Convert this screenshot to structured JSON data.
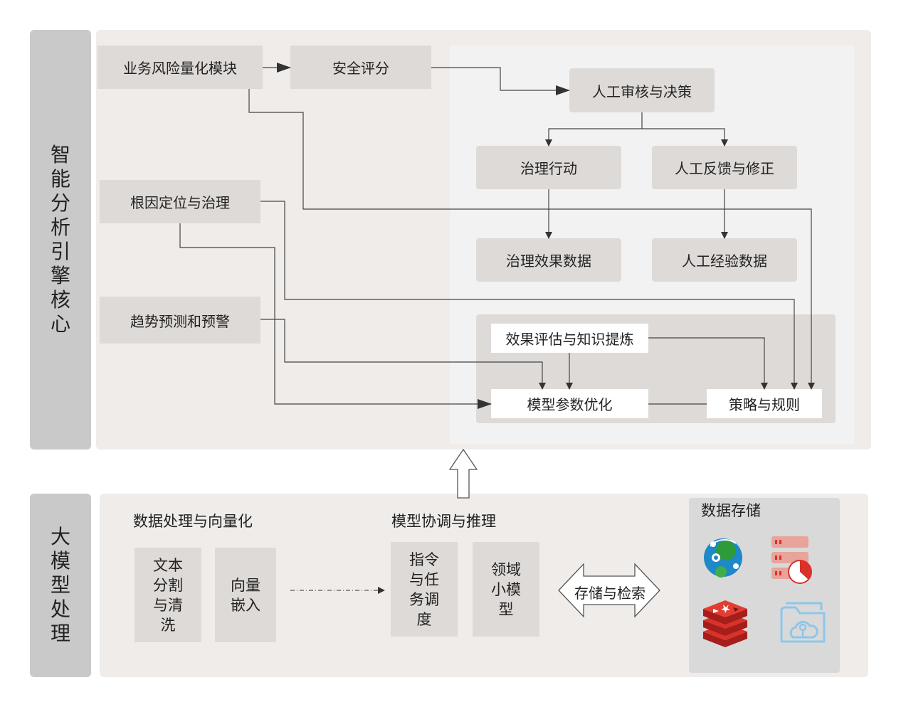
{
  "engine": {
    "title": "智能分析引擎核心",
    "nodes": {
      "risk_quant": "业务风险量化模块",
      "safety_score": "安全评分",
      "manual_review": "人工审核与决策",
      "governance_action": "治理行动",
      "manual_feedback": "人工反馈与修正",
      "governance_data": "治理效果数据",
      "manual_exp_data": "人工经验数据",
      "root_cause": "根因定位与治理",
      "trend_forecast": "趋势预测和预警",
      "effect_eval": "效果评估与知识提炼",
      "model_param": "模型参数优化",
      "strategy_rules": "策略与规则"
    }
  },
  "llm": {
    "title": "大模型处理",
    "data_processing": {
      "heading": "数据处理与向量化",
      "split_clean": "文本分割与清洗",
      "vector_embed": "向量嵌入"
    },
    "model_coord": {
      "heading": "模型协调与推理",
      "instruction": "指令与任务调度",
      "domain_model": "领域小模型"
    },
    "storage_link": "存储与检索",
    "storage": {
      "heading": "数据存储",
      "icons": [
        "graph-db-icon",
        "database-server-icon",
        "redis-icon",
        "folder-cloud-icon"
      ]
    }
  },
  "colors": {
    "sidebar": "#c9c9c9",
    "panel": "#efecea",
    "box": "#dedad7",
    "line": "#333333"
  }
}
